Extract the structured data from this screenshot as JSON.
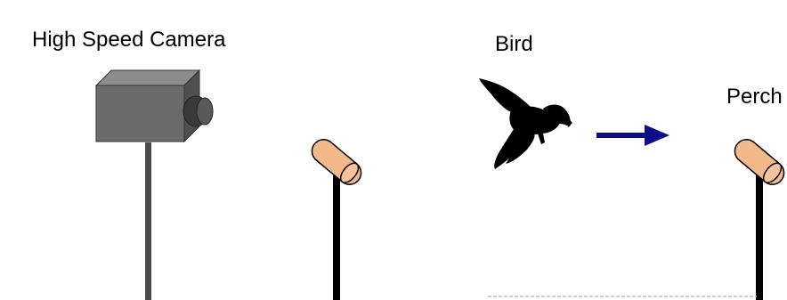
{
  "labels": {
    "camera": "High Speed Camera",
    "bird": "Bird",
    "perch": "Perch"
  },
  "colors": {
    "camera_body_front": "#6b6b6b",
    "camera_body_top": "#8c8c8c",
    "camera_body_side": "#4f4f4f",
    "camera_pole": "#4a4a4a",
    "perch_wood": "#f4b98a",
    "perch_pole": "#000000",
    "arrow": "#0d0d8a",
    "bird": "#000000",
    "ground_line": "#bfbfbf"
  },
  "icons": {
    "camera": "camera-icon",
    "bird": "bird-silhouette-icon",
    "perch": "perch-icon",
    "arrow": "right-arrow-icon"
  }
}
